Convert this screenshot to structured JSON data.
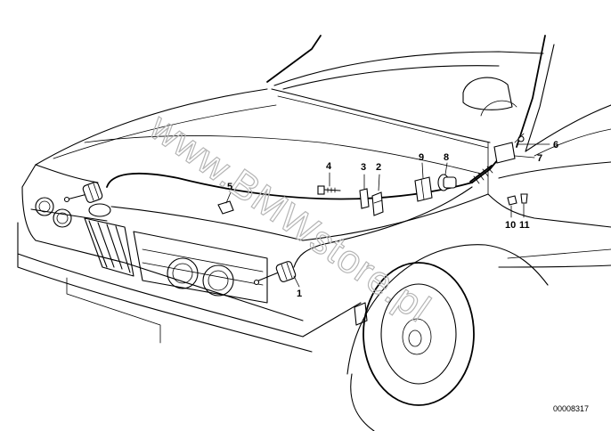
{
  "watermark": "www.BMWstore.pl",
  "reference_number": "00008317",
  "callouts": [
    {
      "label": "1"
    },
    {
      "label": "2"
    },
    {
      "label": "3"
    },
    {
      "label": "4"
    },
    {
      "label": "5"
    },
    {
      "label": "6"
    },
    {
      "label": "7"
    },
    {
      "label": "8"
    },
    {
      "label": "9"
    },
    {
      "label": "10"
    },
    {
      "label": "11"
    }
  ]
}
